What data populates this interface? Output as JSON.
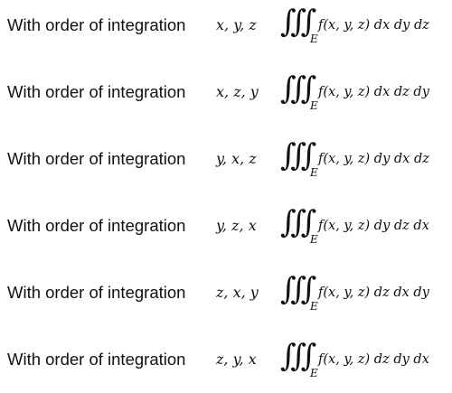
{
  "rows": [
    {
      "lead": "With order of integration",
      "order": "x, y, z",
      "integral": "∭",
      "region": "E",
      "func": "f(x, y, z) dx dy dz"
    },
    {
      "lead": "With order of integration",
      "order": "x, z, y",
      "integral": "∭",
      "region": "E",
      "func": "f(x, y, z) dx dz dy"
    },
    {
      "lead": "With order of integration",
      "order": "y, x, z",
      "integral": "∭",
      "region": "E",
      "func": "f(x, y, z) dy dx dz"
    },
    {
      "lead": "With order of integration",
      "order": "y, z, x",
      "integral": "∭",
      "region": "E",
      "func": "f(x, y, z) dy dz dx"
    },
    {
      "lead": "With order of integration",
      "order": "z, x, y",
      "integral": "∭",
      "region": "E",
      "func": "f(x, y, z) dz dx dy"
    },
    {
      "lead": "With order of integration",
      "order": "z, y, x",
      "integral": "∭",
      "region": "E",
      "func": "f(x, y, z) dz dy dx"
    }
  ]
}
